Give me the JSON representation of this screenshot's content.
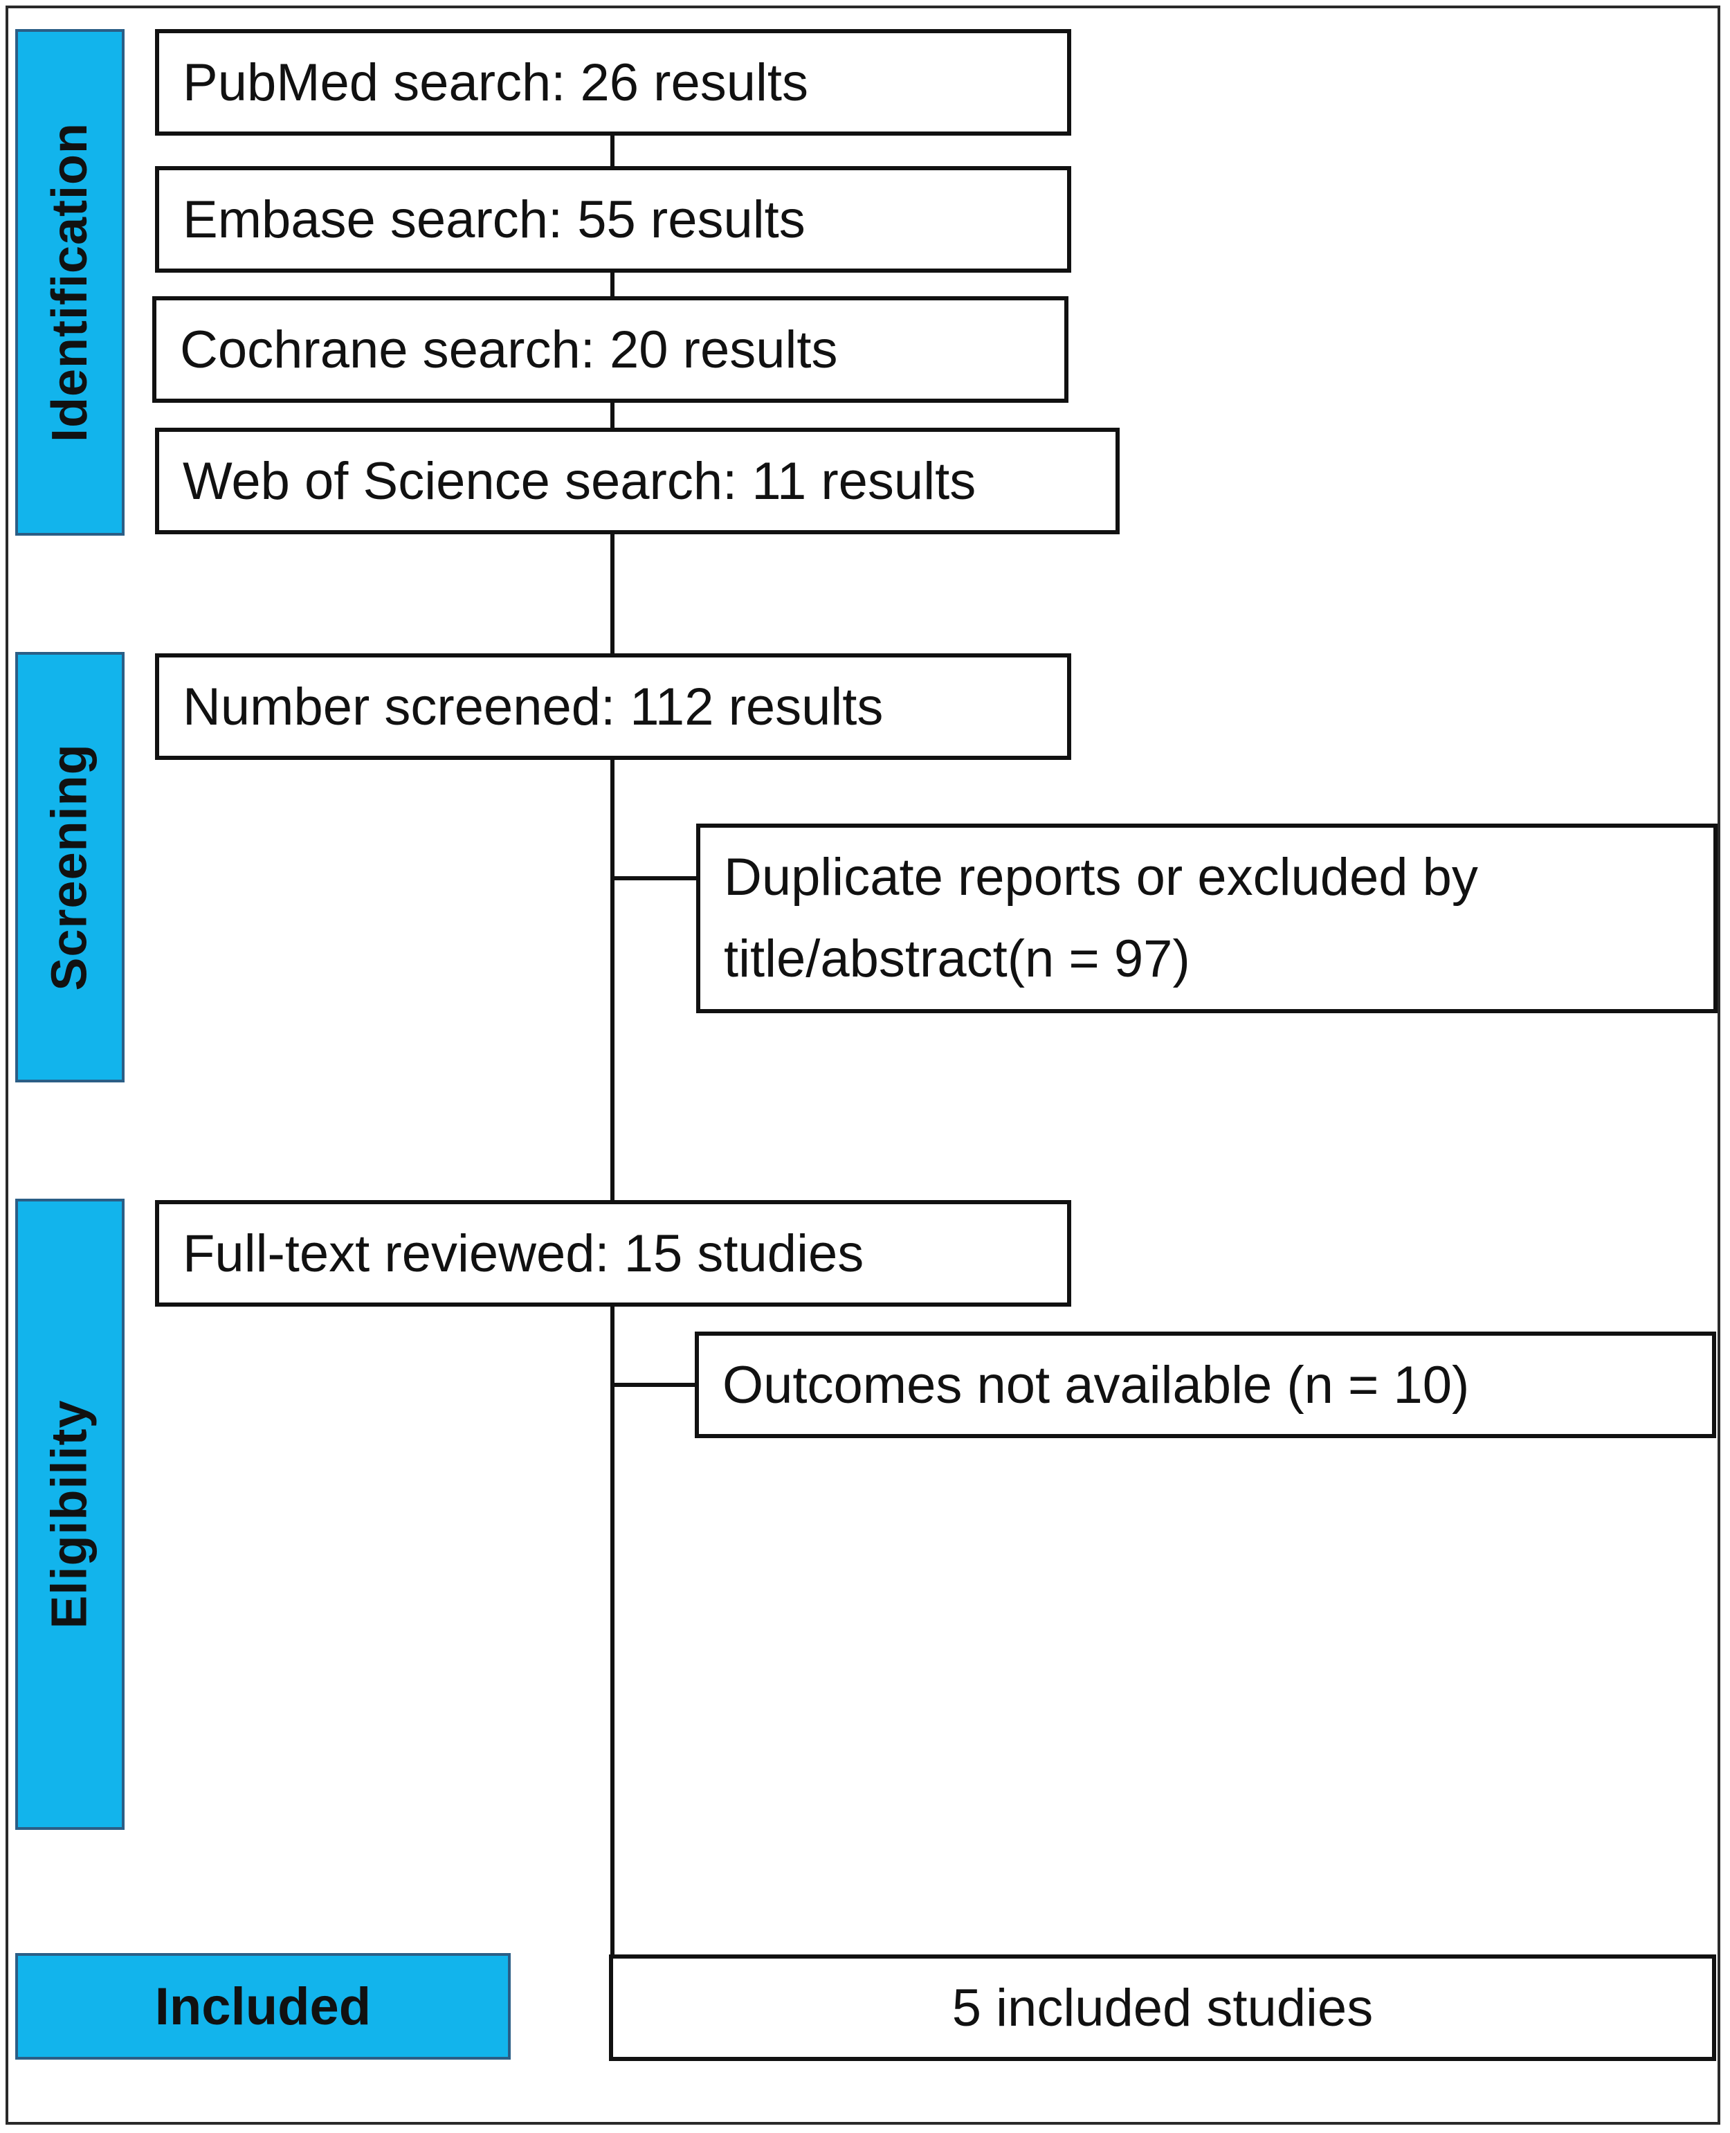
{
  "stages": {
    "identification": "Identification",
    "screening": "Screening",
    "eligibility": "Eligibility",
    "included": "Included"
  },
  "searches": {
    "pubmed": "PubMed search: 26 results",
    "embase": "Embase search: 55 results",
    "cochrane": "Cochrane search: 20 results",
    "wos": "Web of Science search: 11 results"
  },
  "screened": "Number screened: 112 results",
  "excluded_screening": {
    "line1": "Duplicate reports or excluded by",
    "line2": "title/abstract(n = 97)"
  },
  "fulltext": "Full-text reviewed: 15 studies",
  "excluded_eligibility": "Outcomes not available (n = 10)",
  "included_result": "5 included studies",
  "colors": {
    "stage_fill": "#12b4ec",
    "stage_border": "#2b5e86",
    "line": "#111111"
  }
}
